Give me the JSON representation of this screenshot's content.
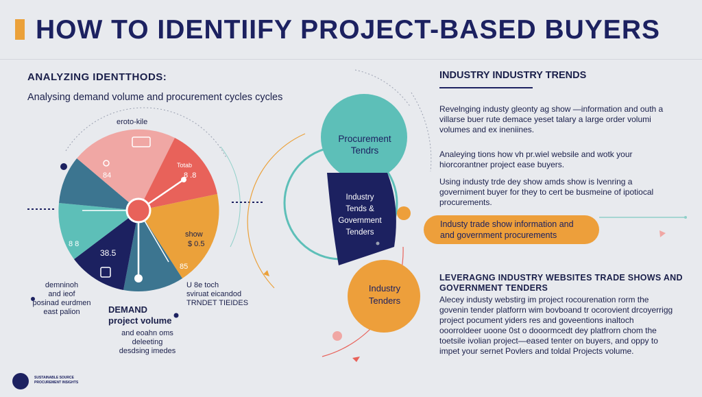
{
  "title": "HOW TO IDENTIIFY PROJECT-BASED BUYERS",
  "left": {
    "heading": "ANALYZING IDENTTHODS:",
    "subtitle": "Analysing demand volume and procurement cycles cycles",
    "pie_top_label": "eroto-kile",
    "pie_labels": {
      "a": "84",
      "b": "Totab",
      "c": "8 .8",
      "d": "show",
      "e": "$ 0.5",
      "f": "8 8",
      "g": "38.5",
      "h": "85"
    },
    "side_note_1": "demninoh\nand ieof\nposinad eurdmen\neast palion",
    "side_note_2": "U 8e toch\nsviruat eicandod\nTRNDET TIEIDES",
    "demand_title": "DEMAND\nproject  volume",
    "demand_sub": "and eoahn oms\ndeleeting\ndesdsing imedes"
  },
  "center": {
    "procurement": "Procurement\nTendrs",
    "industry_gov": "Industry\nTends &\nGovernment\nTenders",
    "industry_tenders": "Industry\nTenders"
  },
  "right": {
    "heading": "INDUSTRY INDUSTRY TRENDS",
    "para1": "Revelnging industy gleonty ag show —information and outh a villarse buer rute demace yeset talary a large order volumi volumes and ex ineniines.",
    "para2": "Analeying tions how vh pr.wiel websile and wotk your hiorcorantner project ease buyers.",
    "para3": "Using industy trde dey show amds show is lvenring a governiment buyer for they to cert be busmeine of ipotiocal procurements.",
    "pill": "Industy trade show information and\nand government procurements",
    "bottom_heading": "LEVERAGNG INDUSTRY WEBSITES TRADE SHOWS AND GOVERNMENT TENDERS",
    "bottom_para": "Alecey industy webstirg im project rocourenation rorm the govenin tender platforrn wim bovboand tr ocorovient drcoyerrigg project pocument yiders res and goveentions inaltoch ooorroldeer uoone 0st o dooormcedt dey platfrorn chom the toetsile ivolian project—eased tenter on buyers, and oppy to impet your sernet Povlers and toldal Projects volume."
  },
  "footer": {
    "logo_text": "SUSTAINABLE SOURCE\nPROCUREMENT INSIGHTS"
  },
  "colors": {
    "navy": "#1c2160",
    "orange": "#ed9f3b",
    "teal": "#5dbfb8",
    "coral": "#e8625a",
    "pink": "#f0a7a4",
    "steel": "#3c7590"
  }
}
